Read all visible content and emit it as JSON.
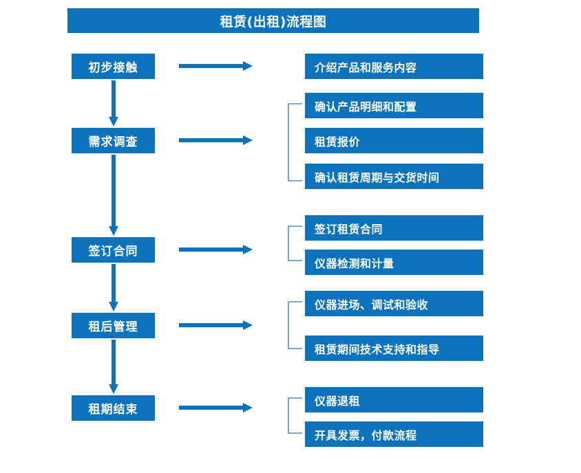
{
  "header": {
    "title": "租赁(出租)流程图"
  },
  "colors": {
    "primary_blue": "#0B72BE",
    "bracket_blue": "#4A8FC4",
    "arrow_blue": "#0B72BE",
    "background": "#FFFFFF",
    "text_on_blue": "#FFFFFF"
  },
  "chart_data": {
    "type": "diagram",
    "title": "租赁(出租)流程图",
    "stages": [
      {
        "label": "初步接触",
        "tasks": [
          "介绍产品和服务内容"
        ],
        "bracketed": false
      },
      {
        "label": "需求调查",
        "tasks": [
          "确认产品明细和配置",
          "租赁报价",
          "确认租赁周期与交货时间"
        ],
        "bracketed": true
      },
      {
        "label": "签订合同",
        "tasks": [
          "签订租赁合同",
          "仪器检测和计量"
        ],
        "bracketed": true
      },
      {
        "label": "租后管理",
        "tasks": [
          "仪器进场、调试和验收",
          "租赁期间技术支持和指导"
        ],
        "bracketed": true
      },
      {
        "label": "租期结束",
        "tasks": [
          "仪器退租",
          "开具发票，付款流程"
        ],
        "bracketed": true
      }
    ]
  },
  "stages": [
    {
      "label": "初步接触"
    },
    {
      "label": "需求调查"
    },
    {
      "label": "签订合同"
    },
    {
      "label": "租后管理"
    },
    {
      "label": "租期结束"
    }
  ],
  "tasks": [
    {
      "label": "介绍产品和服务内容"
    },
    {
      "label": "确认产品明细和配置"
    },
    {
      "label": "租赁报价"
    },
    {
      "label": "确认租赁周期与交货时间"
    },
    {
      "label": "签订租赁合同"
    },
    {
      "label": "仪器检测和计量"
    },
    {
      "label": "仪器进场、调试和验收"
    },
    {
      "label": "租赁期间技术支持和指导"
    },
    {
      "label": "仪器退租"
    },
    {
      "label": "开具发票，付款流程"
    }
  ]
}
